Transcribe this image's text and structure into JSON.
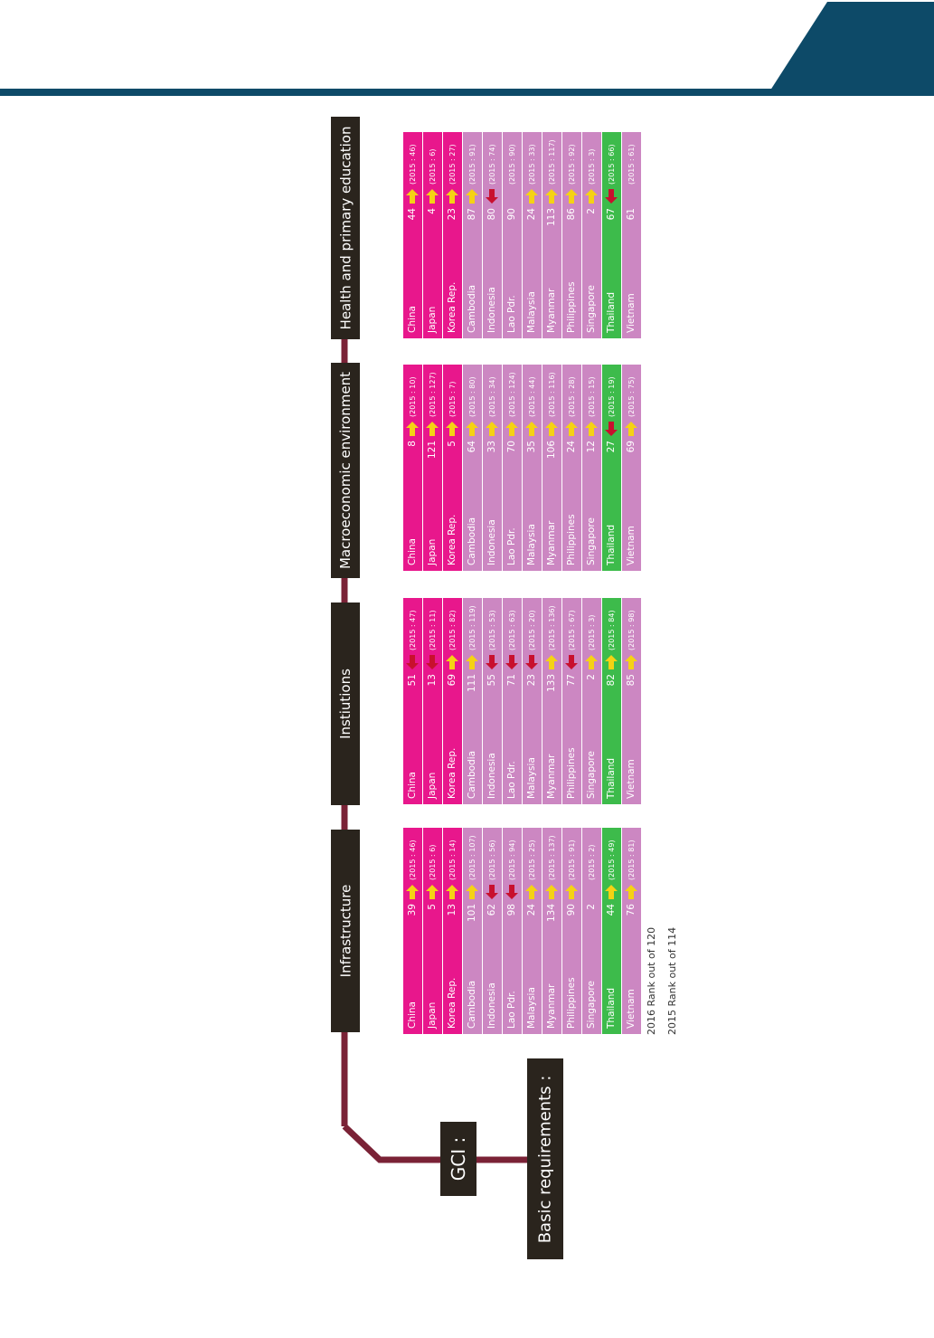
{
  "title": {
    "gci": "GCI :",
    "group": "Basic requirements :"
  },
  "colors": {
    "band_dark": "#0d4a68",
    "label_bg": "#2a241d",
    "connector": "#7a2236",
    "row_pink": "#e8178c",
    "row_lilac": "#cc87c2",
    "row_green": "#3dbb4b",
    "arrow_up": "#f5d214",
    "arrow_down": "#c8102e"
  },
  "legend": [
    "2016 Rank out of 120",
    "2015 Rank out of 114"
  ],
  "pillars": [
    {
      "name": "Infrastructure",
      "rows": [
        {
          "country": "China",
          "rank": "39",
          "arrow": "up",
          "prev": "(2015 : 46)",
          "color": "pink"
        },
        {
          "country": "Japan",
          "rank": "5",
          "arrow": "up",
          "prev": "(2015 : 6)",
          "color": "pink"
        },
        {
          "country": "Korea Rep.",
          "rank": "13",
          "arrow": "up",
          "prev": "(2015 : 14)",
          "color": "pink"
        },
        {
          "country": "Cambodia",
          "rank": "101",
          "arrow": "up",
          "prev": "(2015 : 107)",
          "color": "lilac"
        },
        {
          "country": "Indonesia",
          "rank": "62",
          "arrow": "down",
          "prev": "(2015 : 56)",
          "color": "lilac"
        },
        {
          "country": "Lao Pdr.",
          "rank": "98",
          "arrow": "down",
          "prev": "(2015 : 94)",
          "color": "lilac"
        },
        {
          "country": "Malaysia",
          "rank": "24",
          "arrow": "up",
          "prev": "(2015 : 25)",
          "color": "lilac"
        },
        {
          "country": "Myanmar",
          "rank": "134",
          "arrow": "up",
          "prev": "(2015 : 137)",
          "color": "lilac"
        },
        {
          "country": "Philippines",
          "rank": "90",
          "arrow": "up",
          "prev": "(2015 : 91)",
          "color": "lilac"
        },
        {
          "country": "Singapore",
          "rank": "2",
          "arrow": "none",
          "prev": "(2015 : 2)",
          "color": "lilac"
        },
        {
          "country": "Thailand",
          "rank": "44",
          "arrow": "up",
          "prev": "(2015 : 49)",
          "color": "green"
        },
        {
          "country": "Vietnam",
          "rank": "76",
          "arrow": "up",
          "prev": "(2015 : 81)",
          "color": "lilac"
        }
      ]
    },
    {
      "name": "Instiutions",
      "rows": [
        {
          "country": "China",
          "rank": "51",
          "arrow": "down",
          "prev": "(2015 : 47)",
          "color": "pink"
        },
        {
          "country": "Japan",
          "rank": "13",
          "arrow": "down",
          "prev": "(2015 : 11)",
          "color": "pink"
        },
        {
          "country": "Korea Rep.",
          "rank": "69",
          "arrow": "up",
          "prev": "(2015 : 82)",
          "color": "pink"
        },
        {
          "country": "Cambodia",
          "rank": "111",
          "arrow": "up",
          "prev": "(2015 : 119)",
          "color": "lilac"
        },
        {
          "country": "Indonesia",
          "rank": "55",
          "arrow": "down",
          "prev": "(2015 : 53)",
          "color": "lilac"
        },
        {
          "country": "Lao Pdr.",
          "rank": "71",
          "arrow": "down",
          "prev": "(2015 : 63)",
          "color": "lilac"
        },
        {
          "country": "Malaysia",
          "rank": "23",
          "arrow": "down",
          "prev": "(2015 : 20)",
          "color": "lilac"
        },
        {
          "country": "Myanmar",
          "rank": "133",
          "arrow": "up",
          "prev": "(2015 : 136)",
          "color": "lilac"
        },
        {
          "country": "Philippines",
          "rank": "77",
          "arrow": "down",
          "prev": "(2015 : 67)",
          "color": "lilac"
        },
        {
          "country": "Singapore",
          "rank": "2",
          "arrow": "up",
          "prev": "(2015 : 3)",
          "color": "lilac"
        },
        {
          "country": "Thailand",
          "rank": "82",
          "arrow": "up",
          "prev": "(2015 : 84)",
          "color": "green"
        },
        {
          "country": "Vietnam",
          "rank": "85",
          "arrow": "up",
          "prev": "(2015 : 98)",
          "color": "lilac"
        }
      ]
    },
    {
      "name": "Macroeconomic environment",
      "rows": [
        {
          "country": "China",
          "rank": "8",
          "arrow": "up",
          "prev": "(2015 : 10)",
          "color": "pink"
        },
        {
          "country": "Japan",
          "rank": "121",
          "arrow": "up",
          "prev": "(2015 : 127)",
          "color": "pink"
        },
        {
          "country": "Korea Rep.",
          "rank": "5",
          "arrow": "up",
          "prev": "(2015 : 7)",
          "color": "pink"
        },
        {
          "country": "Cambodia",
          "rank": "64",
          "arrow": "up",
          "prev": "(2015 : 80)",
          "color": "lilac"
        },
        {
          "country": "Indonesia",
          "rank": "33",
          "arrow": "up",
          "prev": "(2015 : 34)",
          "color": "lilac"
        },
        {
          "country": "Lao Pdr.",
          "rank": "70",
          "arrow": "up",
          "prev": "(2015 : 124)",
          "color": "lilac"
        },
        {
          "country": "Malaysia",
          "rank": "35",
          "arrow": "up",
          "prev": "(2015 : 44)",
          "color": "lilac"
        },
        {
          "country": "Myanmar",
          "rank": "106",
          "arrow": "up",
          "prev": "(2015 : 116)",
          "color": "lilac"
        },
        {
          "country": "Philippines",
          "rank": "24",
          "arrow": "up",
          "prev": "(2015 : 28)",
          "color": "lilac"
        },
        {
          "country": "Singapore",
          "rank": "12",
          "arrow": "up",
          "prev": "(2015 : 15)",
          "color": "lilac"
        },
        {
          "country": "Thailand",
          "rank": "27",
          "arrow": "down",
          "prev": "(2015 : 19)",
          "color": "green"
        },
        {
          "country": "Vietnam",
          "rank": "69",
          "arrow": "up",
          "prev": "(2015 : 75)",
          "color": "lilac"
        }
      ]
    },
    {
      "name": "Health and primary education",
      "rows": [
        {
          "country": "China",
          "rank": "44",
          "arrow": "up",
          "prev": "(2015 : 46)",
          "color": "pink"
        },
        {
          "country": "Japan",
          "rank": "4",
          "arrow": "up",
          "prev": "(2015 : 6)",
          "color": "pink"
        },
        {
          "country": "Korea Rep.",
          "rank": "23",
          "arrow": "up",
          "prev": "(2015 : 27)",
          "color": "pink"
        },
        {
          "country": "Cambodia",
          "rank": "87",
          "arrow": "up",
          "prev": "(2015 : 91)",
          "color": "lilac"
        },
        {
          "country": "Indonesia",
          "rank": "80",
          "arrow": "down",
          "prev": "(2015 : 74)",
          "color": "lilac"
        },
        {
          "country": "Lao Pdr.",
          "rank": "90",
          "arrow": "none",
          "prev": "(2015 : 90)",
          "color": "lilac"
        },
        {
          "country": "Malaysia",
          "rank": "24",
          "arrow": "up",
          "prev": "(2015 : 33)",
          "color": "lilac"
        },
        {
          "country": "Myanmar",
          "rank": "113",
          "arrow": "up",
          "prev": "(2015 : 117)",
          "color": "lilac"
        },
        {
          "country": "Philippines",
          "rank": "86",
          "arrow": "up",
          "prev": "(2015 : 92)",
          "color": "lilac"
        },
        {
          "country": "Singapore",
          "rank": "2",
          "arrow": "up",
          "prev": "(2015 : 3)",
          "color": "lilac"
        },
        {
          "country": "Thailand",
          "rank": "67",
          "arrow": "down",
          "prev": "(2015 : 66)",
          "color": "green"
        },
        {
          "country": "Vietnam",
          "rank": "61",
          "arrow": "none",
          "prev": "(2015 : 61)",
          "color": "lilac"
        }
      ]
    }
  ]
}
